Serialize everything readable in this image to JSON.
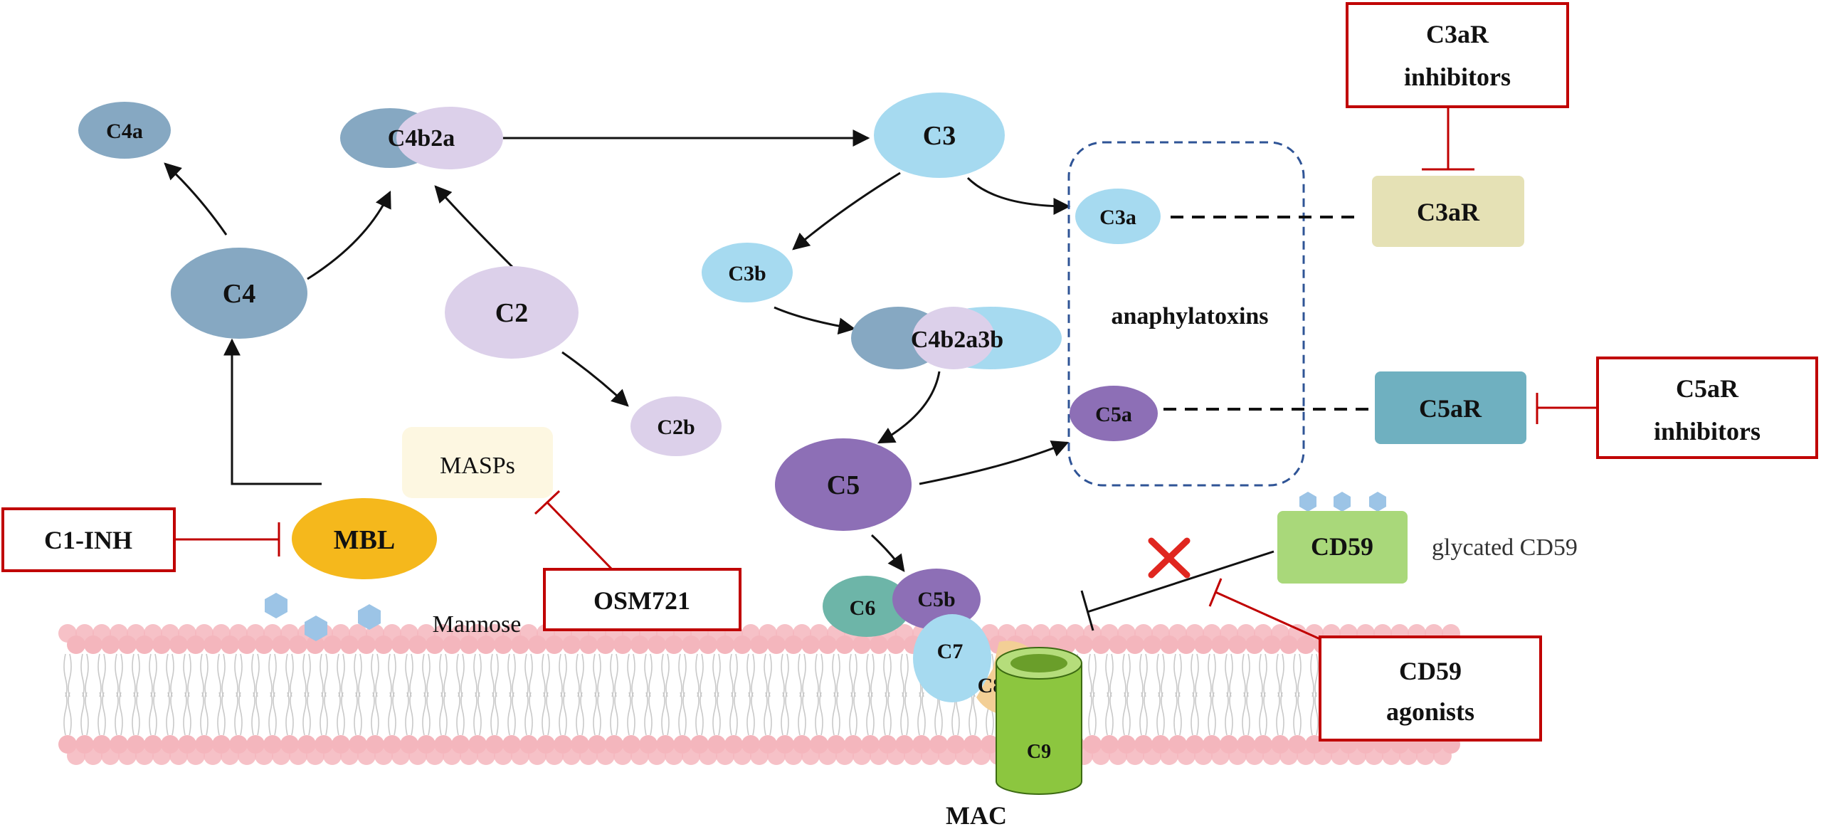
{
  "nodes": {
    "c4a": "C4a",
    "c4b2a": "C4b2a",
    "c3": "C3",
    "c3a": "C3a",
    "c3b": "C3b",
    "c4b2a3b": "C4b2a3b",
    "c5a": "C5a",
    "c5": "C5",
    "c5b": "C5b",
    "c6": "C6",
    "c7": "C7",
    "c8": "C8",
    "c9": "C9",
    "c4": "C4",
    "c2": "C2",
    "c2b": "C2b",
    "masps": "MASPs",
    "mbl": "MBL",
    "c3ar": "C3aR",
    "c5ar": "C5aR",
    "cd59": "CD59"
  },
  "labels": {
    "anaphylatoxins": "anaphylatoxins",
    "mannose": "Mannose",
    "glycated_cd59": "glycated CD59",
    "mac": "MAC"
  },
  "inhibitors": {
    "c3ar_inhibitors": [
      "C3aR",
      "inhibitors"
    ],
    "c5ar_inhibitors": [
      "C5aR",
      "inhibitors"
    ],
    "c1_inh": "C1-INH",
    "osm721": "OSM721",
    "cd59_agonists": [
      "CD59",
      "agonists"
    ]
  },
  "colors": {
    "steel_blue": "#86a8c2",
    "light_blue": "#a6daf0",
    "lavender": "#dcd0ea",
    "purple": "#8d6fb6",
    "teal": "#6db5a8",
    "gold": "#f5b81c",
    "green": "#9ed262",
    "red": "#c00000",
    "membrane_pink": "#f4b6bd"
  }
}
